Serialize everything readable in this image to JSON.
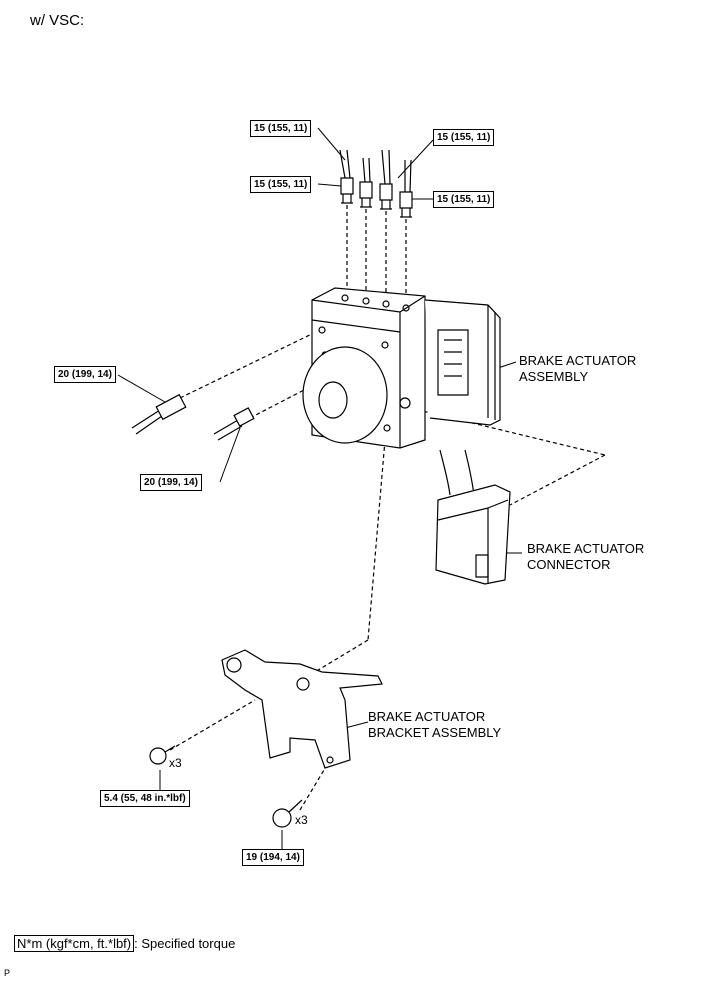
{
  "title": "w/ VSC:",
  "torques": {
    "t15_a": "15 (155, 11)",
    "t15_b": "15 (155, 11)",
    "t15_c": "15 (155, 11)",
    "t15_d": "15 (155, 11)",
    "t20_a": "20 (199, 14)",
    "t20_b": "20 (199, 14)",
    "t54": "5.4 (55, 48 in.*lbf)",
    "t19": "19 (194, 14)"
  },
  "labels": {
    "actuator_l1": "BRAKE ACTUATOR",
    "actuator_l2": "ASSEMBLY",
    "connector_l1": "BRAKE ACTUATOR",
    "connector_l2": "CONNECTOR",
    "bracket_l1": "BRAKE ACTUATOR",
    "bracket_l2": "BRACKET ASSEMBLY"
  },
  "quantities": {
    "bolts_small": "x3",
    "bolts_large": "x3"
  },
  "legend": {
    "unit": "N*m (kgf*cm, ft.*lbf)",
    "text": ": Specified torque"
  },
  "corner_mark": "P"
}
